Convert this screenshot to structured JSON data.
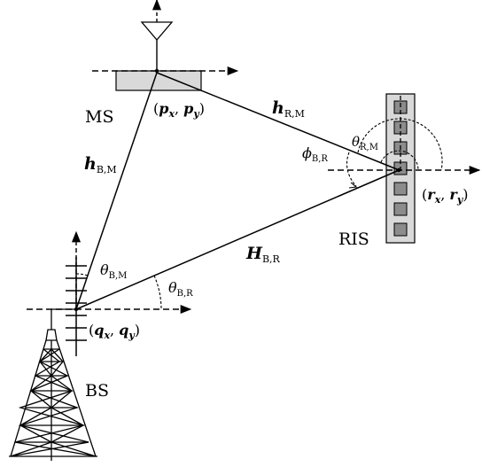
{
  "nodes": {
    "ms": {
      "label": "MS",
      "coord_open": "(",
      "coord_x": "p",
      "coord_x_sub": "x",
      "coord_sep": ", ",
      "coord_y": "p",
      "coord_y_sub": "y",
      "coord_close": ")"
    },
    "bs": {
      "label": "BS",
      "coord_open": "(",
      "coord_x": "q",
      "coord_x_sub": "x",
      "coord_sep": ", ",
      "coord_y": "q",
      "coord_y_sub": "y",
      "coord_close": ")"
    },
    "ris": {
      "label": "RIS",
      "coord_open": "(",
      "coord_x": "r",
      "coord_x_sub": "x",
      "coord_sep": ", ",
      "coord_y": "r",
      "coord_y_sub": "y",
      "coord_close": ")"
    }
  },
  "channels": {
    "h_bm": {
      "sym": "h",
      "sub": "B,M"
    },
    "h_rm": {
      "sym": "h",
      "sub": "R,M"
    },
    "H_br": {
      "sym": "H",
      "sub": "B,R"
    }
  },
  "angles": {
    "theta_bm": {
      "sym": "θ",
      "sub": "B,M"
    },
    "theta_br": {
      "sym": "θ",
      "sub": "B,R"
    },
    "theta_rm": {
      "sym": "θ",
      "sub": "R,M"
    },
    "phi_br": {
      "sym": "ϕ",
      "sub": "B,R"
    }
  }
}
